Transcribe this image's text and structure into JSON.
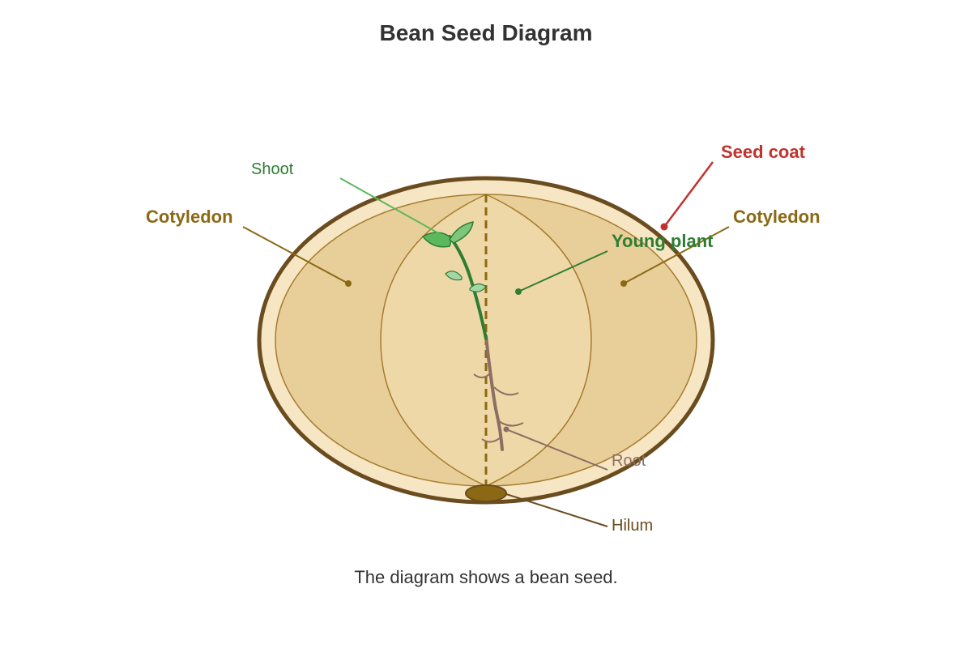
{
  "title": "Bean Seed Diagram",
  "caption": "The diagram shows a bean seed.",
  "labels": {
    "seed_coat": "Seed coat",
    "cotyledon_left": "Cotyledon",
    "cotyledon_right": "Cotyledon",
    "shoot": "Shoot",
    "young_plant": "Young plant",
    "root": "Root",
    "hilum": "Hilum"
  },
  "colors": {
    "seed_coat": "#c0332d",
    "cotyledon": "#8b6914",
    "shoot": "#2e7d32",
    "young_plant": "#2e7d32",
    "root": "#8d6e63",
    "hilum": "#6b4c1e",
    "outline": "#6b4c1e"
  }
}
